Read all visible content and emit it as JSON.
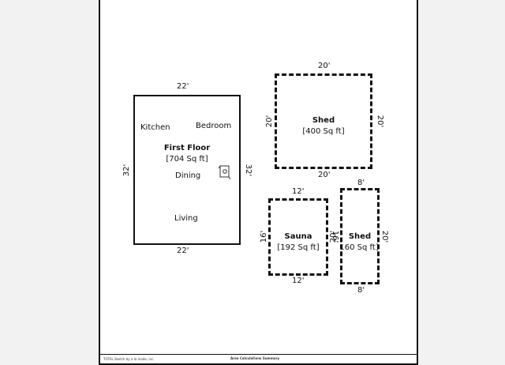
{
  "first_floor": {
    "top": "22'",
    "bottom": "22'",
    "left": "32'",
    "right": "32'",
    "title": "First Floor",
    "area": "[704 Sq ft]",
    "rooms": {
      "kitchen": "Kitchen",
      "bedroom": "Bedroom",
      "dining": "Dining",
      "living": "Living"
    }
  },
  "shed_large": {
    "top": "20'",
    "bottom": "20'",
    "left": "20'",
    "right": "20'",
    "title": "Shed",
    "area": "[400 Sq ft]"
  },
  "sauna": {
    "top": "12'",
    "bottom": "12'",
    "left": "16'",
    "right": "16'",
    "title": "Sauna",
    "area": "[192 Sq ft]"
  },
  "shed_small": {
    "top": "8'",
    "bottom": "8'",
    "left": "20'",
    "right": "20'",
    "title": "Shed",
    "area": "160 Sq ft]"
  },
  "footer": {
    "credit": "TOTAL Sketch by a la mode, inc.",
    "summary": "Area Calculations Summary"
  }
}
